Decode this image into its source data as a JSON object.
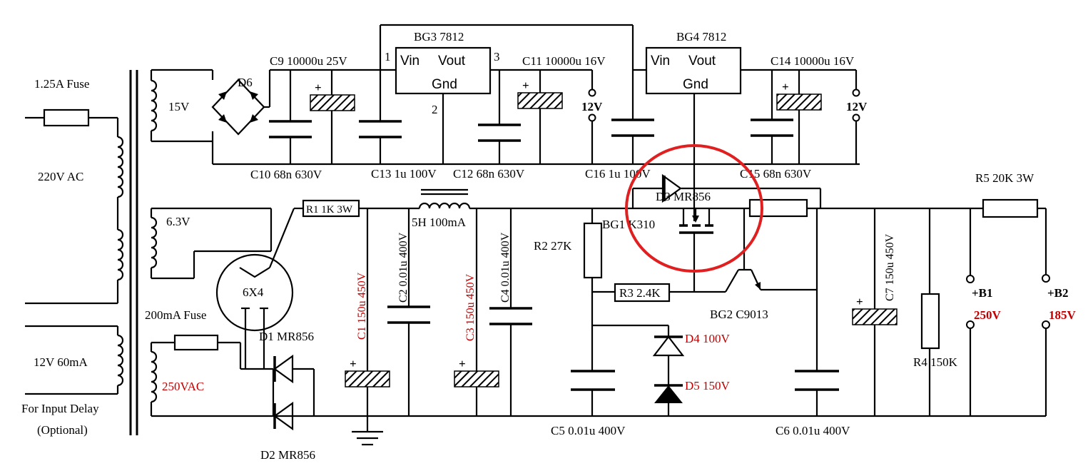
{
  "labels": {
    "fuse_main": "1.25A Fuse",
    "primary": "220V AC",
    "delay_winding": "12V 60mA",
    "delay_note_1": "For Input Delay",
    "delay_note_2": "(Optional)",
    "sec_15v": "15V",
    "sec_63v": "6.3V",
    "sec_250v": "250VAC",
    "fuse_200ma": "200mA Fuse",
    "tube": "6X4",
    "d1": "D1 MR856",
    "d2": "D2 MR856",
    "d6": "D6",
    "r1": "R1 1K 3W",
    "choke": "5H 100mA",
    "c1": "C1 150u 450V",
    "c2": "C2 0.01u 400V",
    "c3": "C3 150u 450V",
    "c4": "C4 0.01u 400V",
    "c5": "C5 0.01u 400V",
    "c6": "C6 0.01u 400V",
    "c7": "C7 150u 450V",
    "c9": "C9 10000u 25V",
    "c10": "C10 68n 630V",
    "c11": "C11 10000u 16V",
    "c12": "C12 68n 630V",
    "c13": "C13 1u 100V",
    "c14": "C14 10000u 16V",
    "c15": "C15 68n 630V",
    "c16": "C16 1u 100V",
    "bg3": "BG3 7812",
    "bg4": "BG4 7812",
    "vin": "Vin",
    "vout": "Vout",
    "gnd": "Gnd",
    "pin1": "1",
    "pin2": "2",
    "pin3": "3",
    "out_12v_a": "12V",
    "out_12v_b": "12V",
    "r2": "R2 27K",
    "r3": "R3 2.4K",
    "r4": "R4  150K",
    "r5": "R5 20K 3W",
    "bg1": "BG1 K310",
    "bg2": "BG2 C9013",
    "d3": "D3 MR856",
    "d4": "D4 100V",
    "d5": "D5 150V",
    "b1": "+B1",
    "b1_v": "250V",
    "b2": "+B2",
    "b2_v": "185V",
    "plus": "+"
  },
  "colors": {
    "wire": "#000000",
    "red_label": "#c00000",
    "highlight_circle": "#e02020"
  }
}
